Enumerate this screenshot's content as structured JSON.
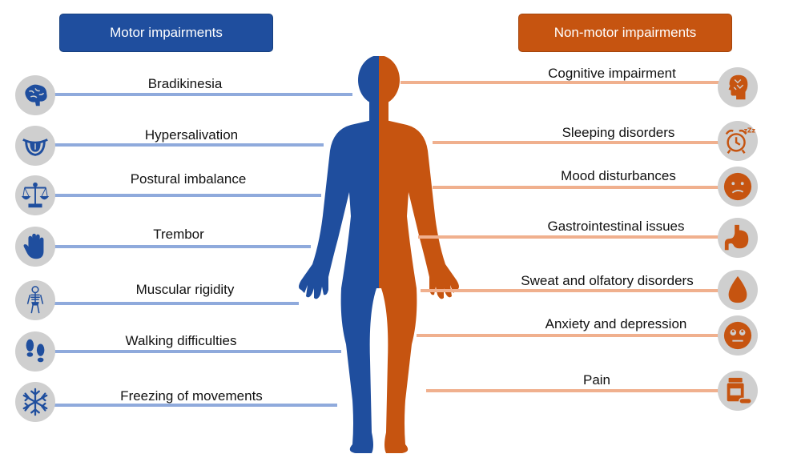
{
  "headers": {
    "motor": "Motor impairments",
    "non_motor": "Non-motor impairments"
  },
  "colors": {
    "motor": "#1F4E9E",
    "non_motor": "#C65410",
    "motor_line": "#8FAADC",
    "non_motor_line": "#F0B08E",
    "icon_bg": "#CFCFCF"
  },
  "motor_items": [
    {
      "label": "Bradikinesia",
      "icon": "brain-icon"
    },
    {
      "label": "Hypersalivation",
      "icon": "tongue-icon"
    },
    {
      "label": "Postural imbalance",
      "icon": "balance-scale-icon"
    },
    {
      "label": "Trembor",
      "icon": "hand-icon"
    },
    {
      "label": "Muscular rigidity",
      "icon": "skeleton-icon"
    },
    {
      "label": "Walking difficulties",
      "icon": "footprints-icon"
    },
    {
      "label": "Freezing of movements",
      "icon": "snowflake-icon"
    }
  ],
  "non_motor_items": [
    {
      "label": "Cognitive impairment",
      "icon": "head-brain-icon"
    },
    {
      "label": "Sleeping disorders",
      "icon": "alarm-clock-icon"
    },
    {
      "label": "Mood disturbances",
      "icon": "sad-face-icon"
    },
    {
      "label": "Gastrointestinal issues",
      "icon": "stomach-icon"
    },
    {
      "label": "Sweat and olfatory disorders",
      "icon": "drop-icon"
    },
    {
      "label": "Anxiety and depression",
      "icon": "worried-face-icon"
    },
    {
      "label": "Pain",
      "icon": "pill-bottle-icon"
    }
  ]
}
